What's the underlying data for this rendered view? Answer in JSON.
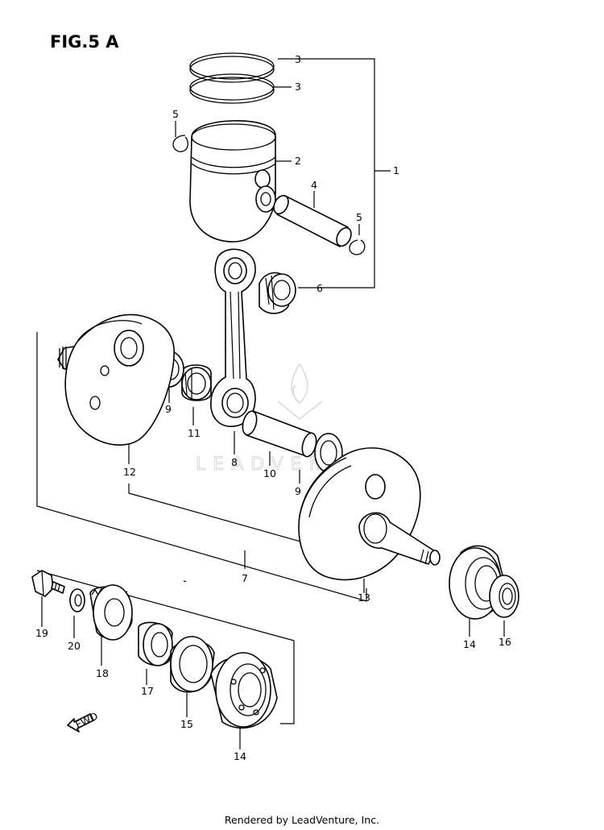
{
  "figure": {
    "title": "FIG.5 A"
  },
  "footer": {
    "text": "Rendered by LeadVenture, Inc."
  },
  "watermark": {
    "text": "LEADVENTURE"
  },
  "callouts": {
    "c1": "1",
    "c2": "2",
    "c3a": "3",
    "c3b": "3",
    "c4": "4",
    "c5a": "5",
    "c5b": "5",
    "c6": "6",
    "c7": "7",
    "c8": "8",
    "c9a": "9",
    "c9b": "9",
    "c10": "10",
    "c11": "11",
    "c12": "12",
    "c13": "13",
    "c14a": "14",
    "c14b": "14",
    "c15": "15",
    "c16": "16",
    "c17": "17",
    "c18": "18",
    "c19": "19",
    "c20": "20"
  },
  "fwd_label": "FWD",
  "parts": [
    {
      "ref": "1",
      "name": "piston-set-bracket"
    },
    {
      "ref": "2",
      "name": "piston"
    },
    {
      "ref": "3",
      "name": "piston-ring"
    },
    {
      "ref": "4",
      "name": "piston-pin"
    },
    {
      "ref": "5",
      "name": "circlip"
    },
    {
      "ref": "6",
      "name": "small-end-bearing"
    },
    {
      "ref": "7",
      "name": "crankshaft-assembly-bracket"
    },
    {
      "ref": "8",
      "name": "connecting-rod"
    },
    {
      "ref": "9",
      "name": "thrust-washer"
    },
    {
      "ref": "10",
      "name": "crank-pin"
    },
    {
      "ref": "11",
      "name": "big-end-bearing"
    },
    {
      "ref": "12",
      "name": "left-crank-half"
    },
    {
      "ref": "13",
      "name": "right-crank-half"
    },
    {
      "ref": "14",
      "name": "crankshaft-bearing"
    },
    {
      "ref": "15",
      "name": "oil-seal"
    },
    {
      "ref": "16",
      "name": "oil-seal-right"
    },
    {
      "ref": "17",
      "name": "spacer"
    },
    {
      "ref": "18",
      "name": "primary-drive-gear"
    },
    {
      "ref": "19",
      "name": "bolt"
    },
    {
      "ref": "20",
      "name": "washer"
    }
  ]
}
